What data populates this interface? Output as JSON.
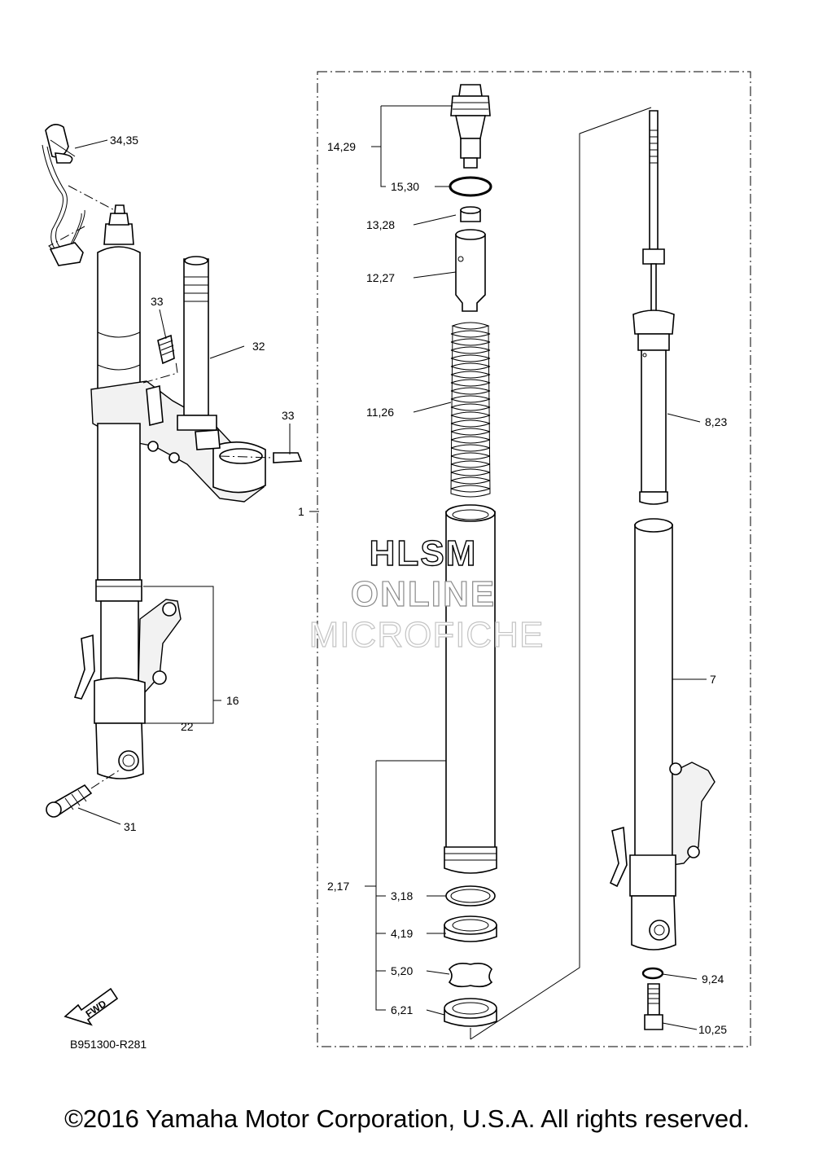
{
  "callouts": {
    "c34_35": "34,35",
    "c33a": "33",
    "c32": "32",
    "c33b": "33",
    "c1": "1",
    "c16": "16",
    "c22": "22",
    "c31": "31",
    "c14_29": "14,29",
    "c15_30": "15,30",
    "c13_28": "13,28",
    "c12_27": "12,27",
    "c11_26": "11,26",
    "c2_17": "2,17",
    "c3_18": "3,18",
    "c4_19": "4,19",
    "c5_20": "5,20",
    "c6_21": "6,21",
    "c8_23": "8,23",
    "c7": "7",
    "c9_24": "9,24",
    "c10_25": "10,25"
  },
  "fwd_label": "FWD",
  "diagram_code": "B951300-R281",
  "watermark": {
    "line1": "HLSM",
    "line2": "ONLINE",
    "line3": "MICROFICHE"
  },
  "copyright": "©2016 Yamaha Motor Corporation, U.S.A. All rights reserved."
}
